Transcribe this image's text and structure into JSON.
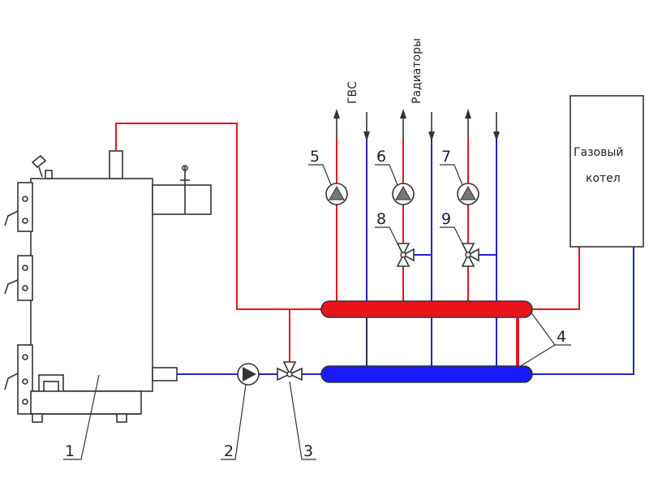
{
  "labels": {
    "gvs": "ГВС",
    "radiators": "Радиаторы",
    "gas_boiler_line1": "Газовый",
    "gas_boiler_line2": "котел"
  },
  "callouts": [
    "1",
    "2",
    "3",
    "4",
    "5",
    "6",
    "7",
    "8",
    "9"
  ],
  "colors": {
    "supply": "#e8151b",
    "return": "#2222cc",
    "outline": "#333333"
  }
}
